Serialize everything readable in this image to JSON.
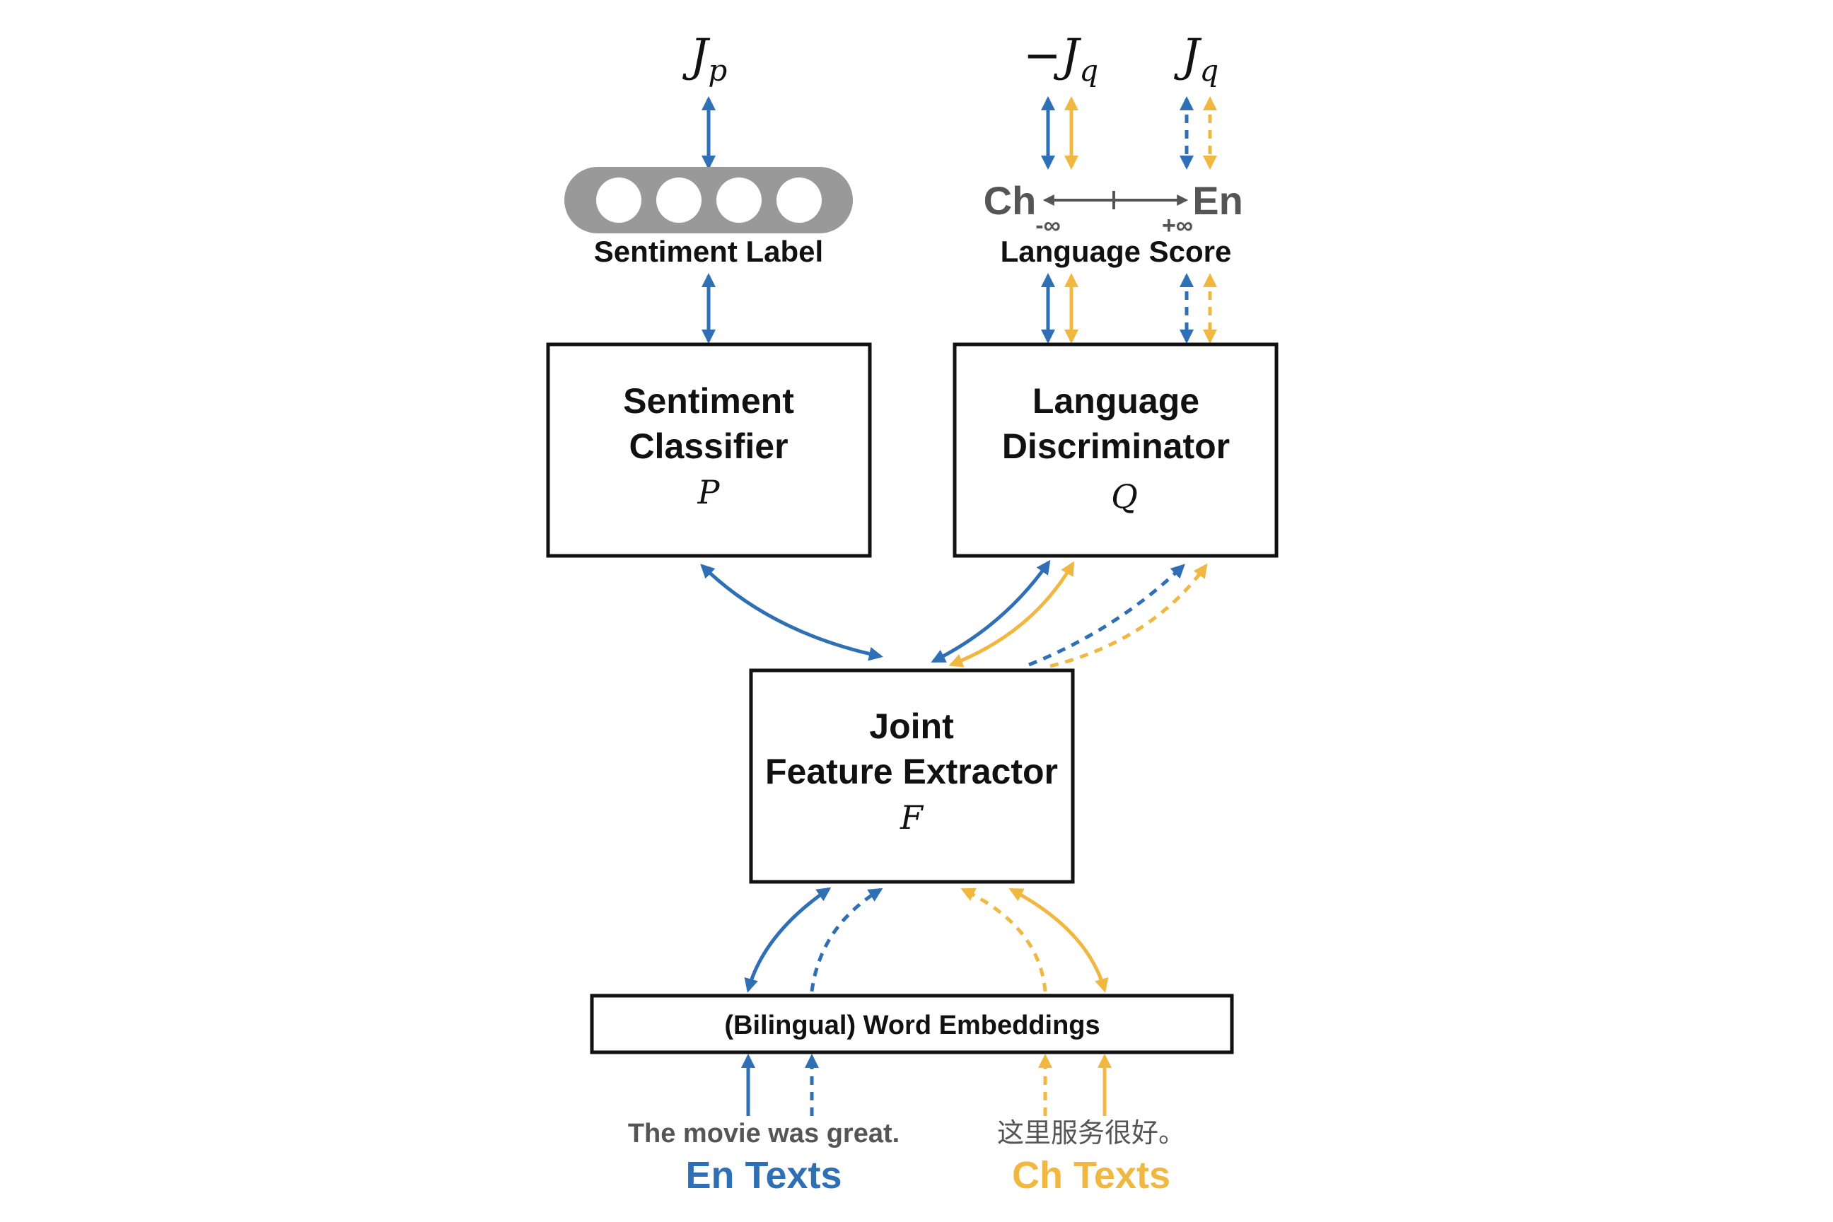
{
  "top": {
    "jp": "J",
    "jp_sub": "p",
    "neg_jq_minus": "−",
    "neg_jq": "J",
    "neg_jq_sub": "q",
    "jq": "J",
    "jq_sub": "q"
  },
  "sentiment_label": {
    "label": "Sentiment Label"
  },
  "language_score": {
    "ch": "Ch",
    "en": "En",
    "neg_inf": "-∞",
    "pos_inf": "+∞",
    "label": "Language Score"
  },
  "sentiment_classifier": {
    "line1": "Sentiment",
    "line2": "Classifier",
    "symbol": "P"
  },
  "language_discriminator": {
    "line1": "Language",
    "line2": "Discriminator",
    "symbol": "Q"
  },
  "feature_extractor": {
    "line1": "Joint",
    "line2": "Feature Extractor",
    "symbol": "F"
  },
  "embeddings": {
    "label": "(Bilingual) Word Embeddings"
  },
  "inputs": {
    "en_sample": "The movie was great.",
    "ch_sample": "这里服务很好。",
    "en_title": "En Texts",
    "ch_title": "Ch Texts"
  },
  "colors": {
    "en": "#2f6fb5",
    "ch": "#f0b840",
    "pill": "#999999",
    "gray_text": "#555555"
  }
}
